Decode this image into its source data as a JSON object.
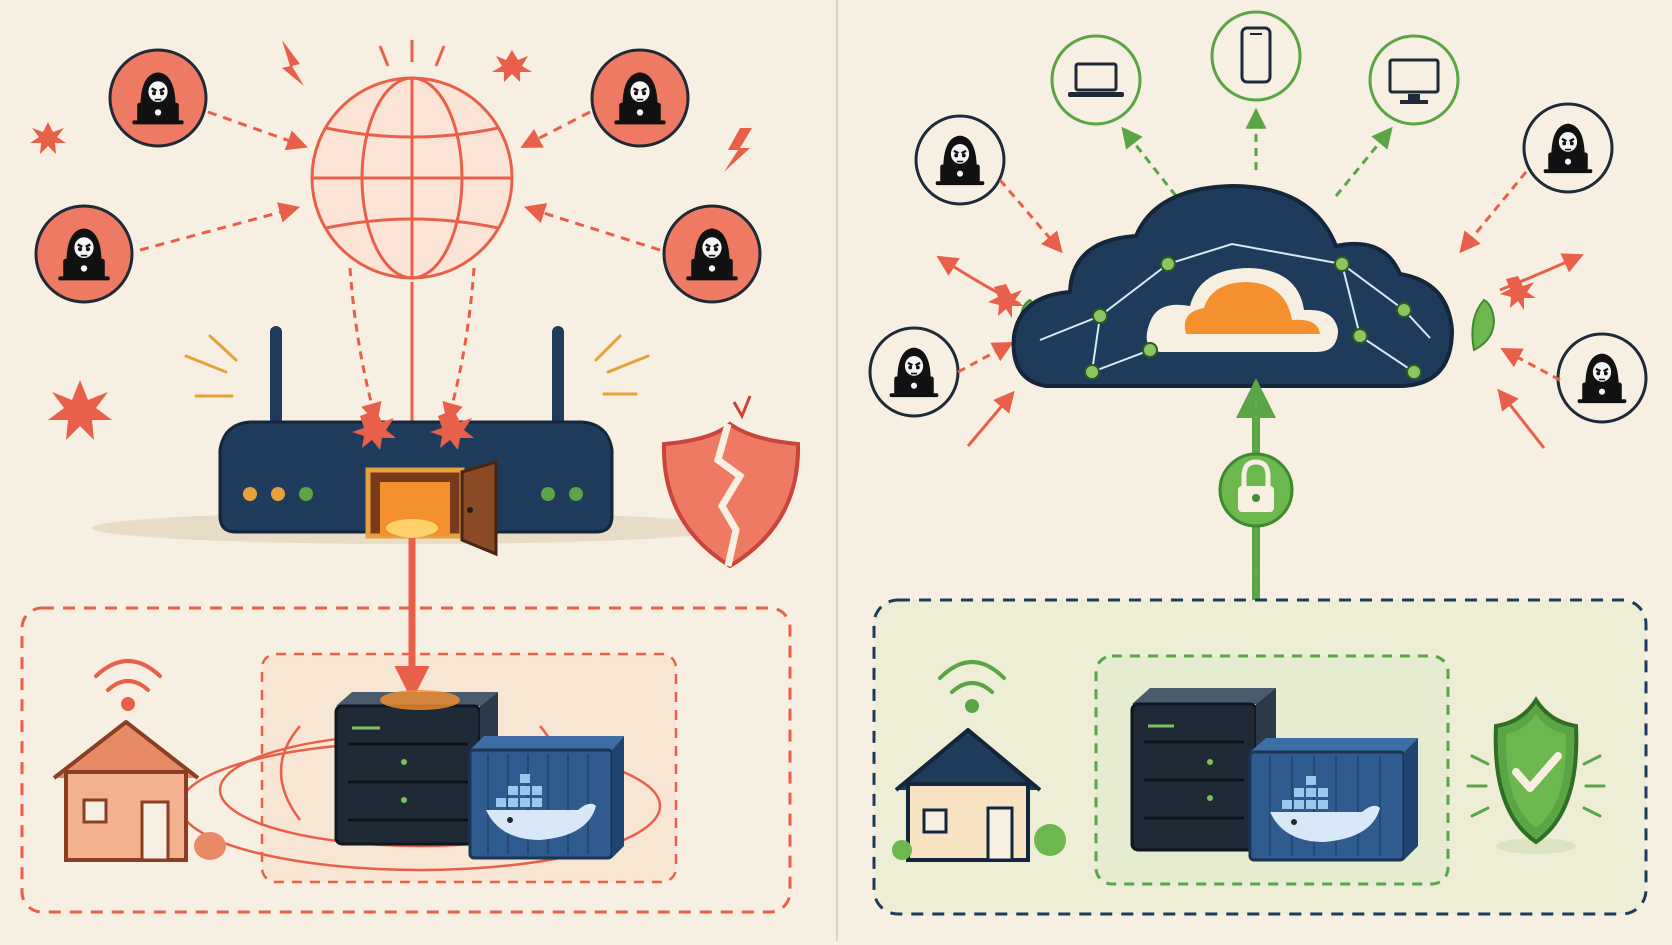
{
  "colors": {
    "background": "#f7efe1",
    "danger": "#e8604a",
    "danger_fill": "#ee7a63",
    "safe": "#5aa545",
    "navy": "#1f3b5c",
    "cloud_orange": "#f4902e",
    "docker_blue": "#2f5b8f"
  },
  "left_panel": {
    "scenario": "exposed-router-port-forwarding",
    "attackers": 4,
    "router_led_colors": [
      "#e6a13c",
      "#e6a13c",
      "#5aa545",
      "#5aa545",
      "#5aa545"
    ]
  },
  "right_panel": {
    "scenario": "cloud-tunnel",
    "attackers": 4,
    "client_devices": [
      "laptop-icon",
      "phone-icon",
      "monitor-icon"
    ]
  },
  "icons": [
    "hacker-icon",
    "globe-icon",
    "router-icon",
    "open-door-icon",
    "broken-shield-icon",
    "house-icon",
    "wifi-icon",
    "server-icon",
    "docker-container-icon",
    "cloud-icon",
    "padlock-icon",
    "check-shield-icon",
    "leaf-shield-icon"
  ]
}
